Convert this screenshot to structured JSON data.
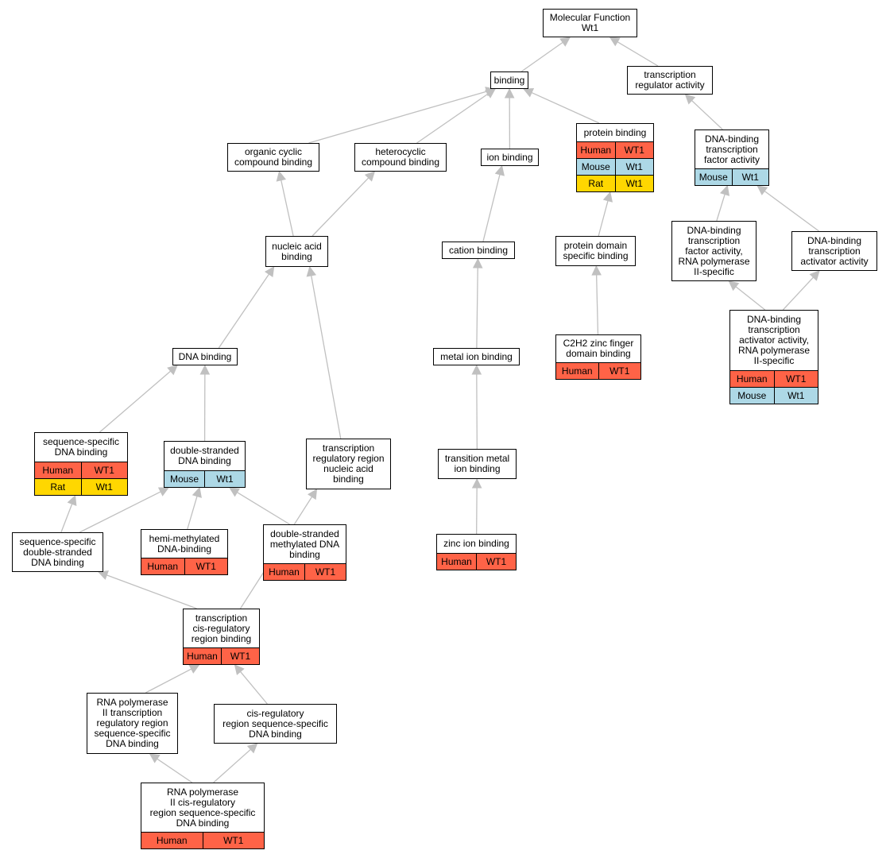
{
  "title": "Molecular Function Wt1",
  "colors": {
    "Human": "#ff6347",
    "Mouse": "#add8e6",
    "Rat": "#ffd700",
    "edge": "#c0c0c0",
    "border": "#000000"
  },
  "nodes": {
    "mf_root": {
      "lines": [
        "Molecular Function",
        "Wt1"
      ],
      "rows": []
    },
    "binding": {
      "lines": [
        "binding"
      ],
      "rows": []
    },
    "transcription_regulator_activity": {
      "lines": [
        "transcription",
        "regulator activity"
      ],
      "rows": []
    },
    "organic_cyclic_compound_binding": {
      "lines": [
        "organic cyclic",
        "compound binding"
      ],
      "rows": []
    },
    "heterocyclic_compound_binding": {
      "lines": [
        "heterocyclic",
        "compound binding"
      ],
      "rows": []
    },
    "ion_binding": {
      "lines": [
        "ion binding"
      ],
      "rows": []
    },
    "protein_binding": {
      "lines": [
        "protein binding"
      ],
      "rows": [
        {
          "species": "Human",
          "gene": "WT1"
        },
        {
          "species": "Mouse",
          "gene": "Wt1"
        },
        {
          "species": "Rat",
          "gene": "Wt1"
        }
      ]
    },
    "dna_binding_tf_activity": {
      "lines": [
        "DNA-binding",
        "transcription",
        "factor activity"
      ],
      "rows": [
        {
          "species": "Mouse",
          "gene": "Wt1"
        }
      ]
    },
    "nucleic_acid_binding": {
      "lines": [
        "nucleic acid",
        "binding"
      ],
      "rows": []
    },
    "cation_binding": {
      "lines": [
        "cation binding"
      ],
      "rows": []
    },
    "protein_domain_specific_binding": {
      "lines": [
        "protein domain",
        "specific binding"
      ],
      "rows": []
    },
    "dna_binding_tf_activity_rnap2": {
      "lines": [
        "DNA-binding",
        "transcription",
        "factor activity,",
        "RNA polymerase",
        "II-specific"
      ],
      "rows": []
    },
    "dna_binding_ta_activity": {
      "lines": [
        "DNA-binding",
        "transcription",
        "activator activity"
      ],
      "rows": []
    },
    "dna_binding_ta_activity_rnap2": {
      "lines": [
        "DNA-binding",
        "transcription",
        "activator activity,",
        "RNA polymerase",
        "II-specific"
      ],
      "rows": [
        {
          "species": "Human",
          "gene": "WT1"
        },
        {
          "species": "Mouse",
          "gene": "Wt1"
        }
      ]
    },
    "c2h2_zinc_finger_domain_binding": {
      "lines": [
        "C2H2 zinc finger",
        "domain binding"
      ],
      "rows": [
        {
          "species": "Human",
          "gene": "WT1"
        }
      ]
    },
    "dna_binding": {
      "lines": [
        "DNA binding"
      ],
      "rows": []
    },
    "metal_ion_binding": {
      "lines": [
        "metal ion binding"
      ],
      "rows": []
    },
    "sequence_specific_dna_binding": {
      "lines": [
        "sequence-specific",
        "DNA binding"
      ],
      "rows": [
        {
          "species": "Human",
          "gene": "WT1"
        },
        {
          "species": "Rat",
          "gene": "Wt1"
        }
      ]
    },
    "double_stranded_dna_binding": {
      "lines": [
        "double-stranded",
        "DNA binding"
      ],
      "rows": [
        {
          "species": "Mouse",
          "gene": "Wt1"
        }
      ]
    },
    "transcription_regulatory_region_nucleic_acid_binding": {
      "lines": [
        "transcription",
        "regulatory region",
        "nucleic acid",
        "binding"
      ],
      "rows": []
    },
    "transition_metal_ion_binding": {
      "lines": [
        "transition metal",
        "ion binding"
      ],
      "rows": []
    },
    "sequence_specific_ds_dna_binding": {
      "lines": [
        "sequence-specific",
        "double-stranded",
        "DNA binding"
      ],
      "rows": []
    },
    "hemi_methylated_dna_binding": {
      "lines": [
        "hemi-methylated",
        "DNA-binding"
      ],
      "rows": [
        {
          "species": "Human",
          "gene": "WT1"
        }
      ]
    },
    "ds_methylated_dna_binding": {
      "lines": [
        "double-stranded",
        "methylated DNA",
        "binding"
      ],
      "rows": [
        {
          "species": "Human",
          "gene": "WT1"
        }
      ]
    },
    "zinc_ion_binding": {
      "lines": [
        "zinc ion binding"
      ],
      "rows": [
        {
          "species": "Human",
          "gene": "WT1"
        }
      ]
    },
    "transcription_cis_regulatory_region_binding": {
      "lines": [
        "transcription",
        "cis-regulatory",
        "region binding"
      ],
      "rows": [
        {
          "species": "Human",
          "gene": "WT1"
        }
      ]
    },
    "rnap2_transcription_regulatory_region_ssdna_binding": {
      "lines": [
        "RNA polymerase",
        "II transcription",
        "regulatory region",
        "sequence-specific",
        "DNA binding"
      ],
      "rows": []
    },
    "cis_regulatory_region_ssdna_binding": {
      "lines": [
        "cis-regulatory",
        "region sequence-specific",
        "DNA binding"
      ],
      "rows": []
    },
    "rnap2_cis_regulatory_region_ssdna_binding": {
      "lines": [
        "RNA polymerase",
        "II cis-regulatory",
        "region sequence-specific",
        "DNA binding"
      ],
      "rows": [
        {
          "species": "Human",
          "gene": "WT1"
        }
      ]
    }
  },
  "edges": [
    {
      "from": "binding",
      "to": "mf_root"
    },
    {
      "from": "transcription_regulator_activity",
      "to": "mf_root"
    },
    {
      "from": "organic_cyclic_compound_binding",
      "to": "binding"
    },
    {
      "from": "heterocyclic_compound_binding",
      "to": "binding"
    },
    {
      "from": "ion_binding",
      "to": "binding"
    },
    {
      "from": "protein_binding",
      "to": "binding"
    },
    {
      "from": "dna_binding_tf_activity",
      "to": "transcription_regulator_activity"
    },
    {
      "from": "nucleic_acid_binding",
      "to": "organic_cyclic_compound_binding"
    },
    {
      "from": "nucleic_acid_binding",
      "to": "heterocyclic_compound_binding"
    },
    {
      "from": "cation_binding",
      "to": "ion_binding"
    },
    {
      "from": "protein_domain_specific_binding",
      "to": "protein_binding"
    },
    {
      "from": "dna_binding_tf_activity_rnap2",
      "to": "dna_binding_tf_activity"
    },
    {
      "from": "dna_binding_ta_activity",
      "to": "dna_binding_tf_activity"
    },
    {
      "from": "dna_binding_ta_activity_rnap2",
      "to": "dna_binding_tf_activity_rnap2"
    },
    {
      "from": "dna_binding_ta_activity_rnap2",
      "to": "dna_binding_ta_activity"
    },
    {
      "from": "c2h2_zinc_finger_domain_binding",
      "to": "protein_domain_specific_binding"
    },
    {
      "from": "dna_binding",
      "to": "nucleic_acid_binding"
    },
    {
      "from": "transcription_regulatory_region_nucleic_acid_binding",
      "to": "nucleic_acid_binding"
    },
    {
      "from": "metal_ion_binding",
      "to": "cation_binding"
    },
    {
      "from": "sequence_specific_dna_binding",
      "to": "dna_binding"
    },
    {
      "from": "double_stranded_dna_binding",
      "to": "dna_binding"
    },
    {
      "from": "transition_metal_ion_binding",
      "to": "metal_ion_binding"
    },
    {
      "from": "sequence_specific_ds_dna_binding",
      "to": "sequence_specific_dna_binding"
    },
    {
      "from": "sequence_specific_ds_dna_binding",
      "to": "double_stranded_dna_binding"
    },
    {
      "from": "hemi_methylated_dna_binding",
      "to": "double_stranded_dna_binding"
    },
    {
      "from": "ds_methylated_dna_binding",
      "to": "double_stranded_dna_binding"
    },
    {
      "from": "zinc_ion_binding",
      "to": "transition_metal_ion_binding"
    },
    {
      "from": "transcription_cis_regulatory_region_binding",
      "to": "sequence_specific_ds_dna_binding"
    },
    {
      "from": "transcription_cis_regulatory_region_binding",
      "to": "transcription_regulatory_region_nucleic_acid_binding"
    },
    {
      "from": "rnap2_transcription_regulatory_region_ssdna_binding",
      "to": "transcription_cis_regulatory_region_binding"
    },
    {
      "from": "cis_regulatory_region_ssdna_binding",
      "to": "transcription_cis_regulatory_region_binding"
    },
    {
      "from": "rnap2_cis_regulatory_region_ssdna_binding",
      "to": "rnap2_transcription_regulatory_region_ssdna_binding"
    },
    {
      "from": "rnap2_cis_regulatory_region_ssdna_binding",
      "to": "cis_regulatory_region_ssdna_binding"
    }
  ]
}
